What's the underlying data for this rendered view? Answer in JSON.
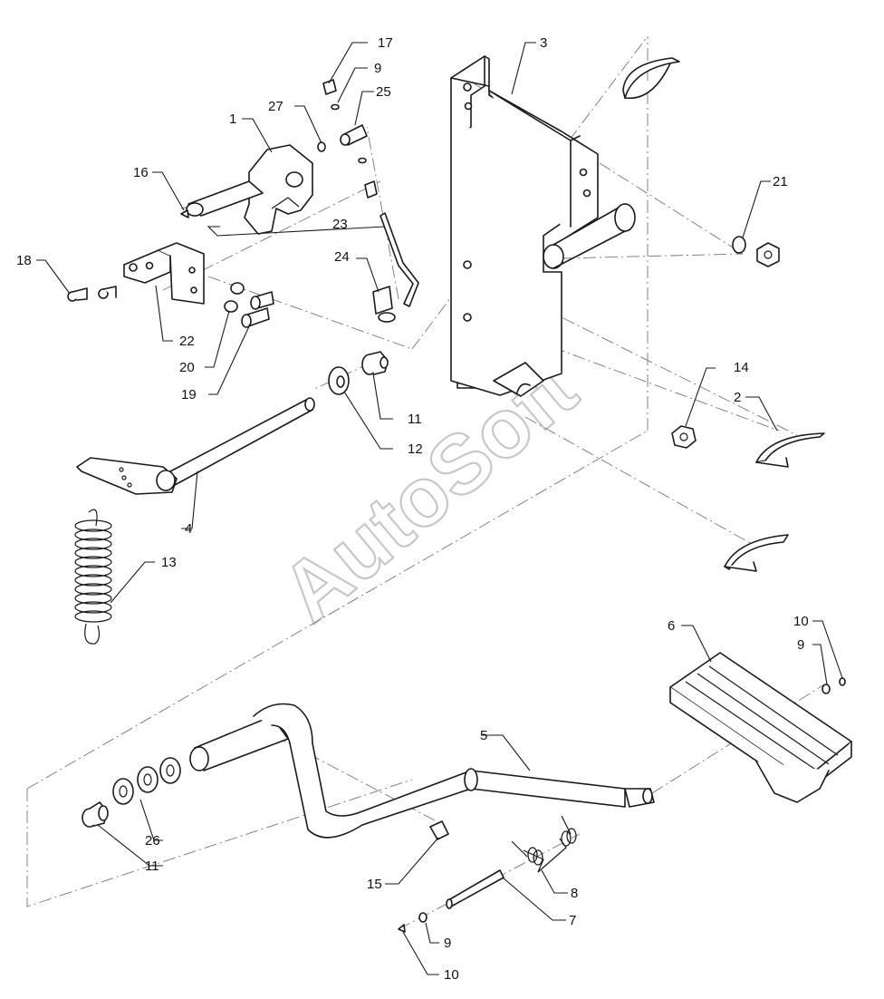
{
  "watermark": "AutoSoft",
  "callouts": {
    "c1": "1",
    "c2": "2",
    "c3": "3",
    "c4": "4",
    "c5": "5",
    "c6": "6",
    "c7": "7",
    "c8": "8",
    "c9a": "9",
    "c9b": "9",
    "c9c": "9",
    "c10a": "10",
    "c10b": "10",
    "c11a": "11",
    "c11b": "11",
    "c12": "12",
    "c13": "13",
    "c14": "14",
    "c15": "15",
    "c16": "16",
    "c17": "17",
    "c18": "18",
    "c19": "19",
    "c20": "20",
    "c21": "21",
    "c22": "22",
    "c23": "23",
    "c24": "24",
    "c25": "25",
    "c26": "26",
    "c27": "27"
  },
  "colors": {
    "ink": "#1a1a1a",
    "centerline": "#777777",
    "watermark": "#c8c8c8"
  }
}
